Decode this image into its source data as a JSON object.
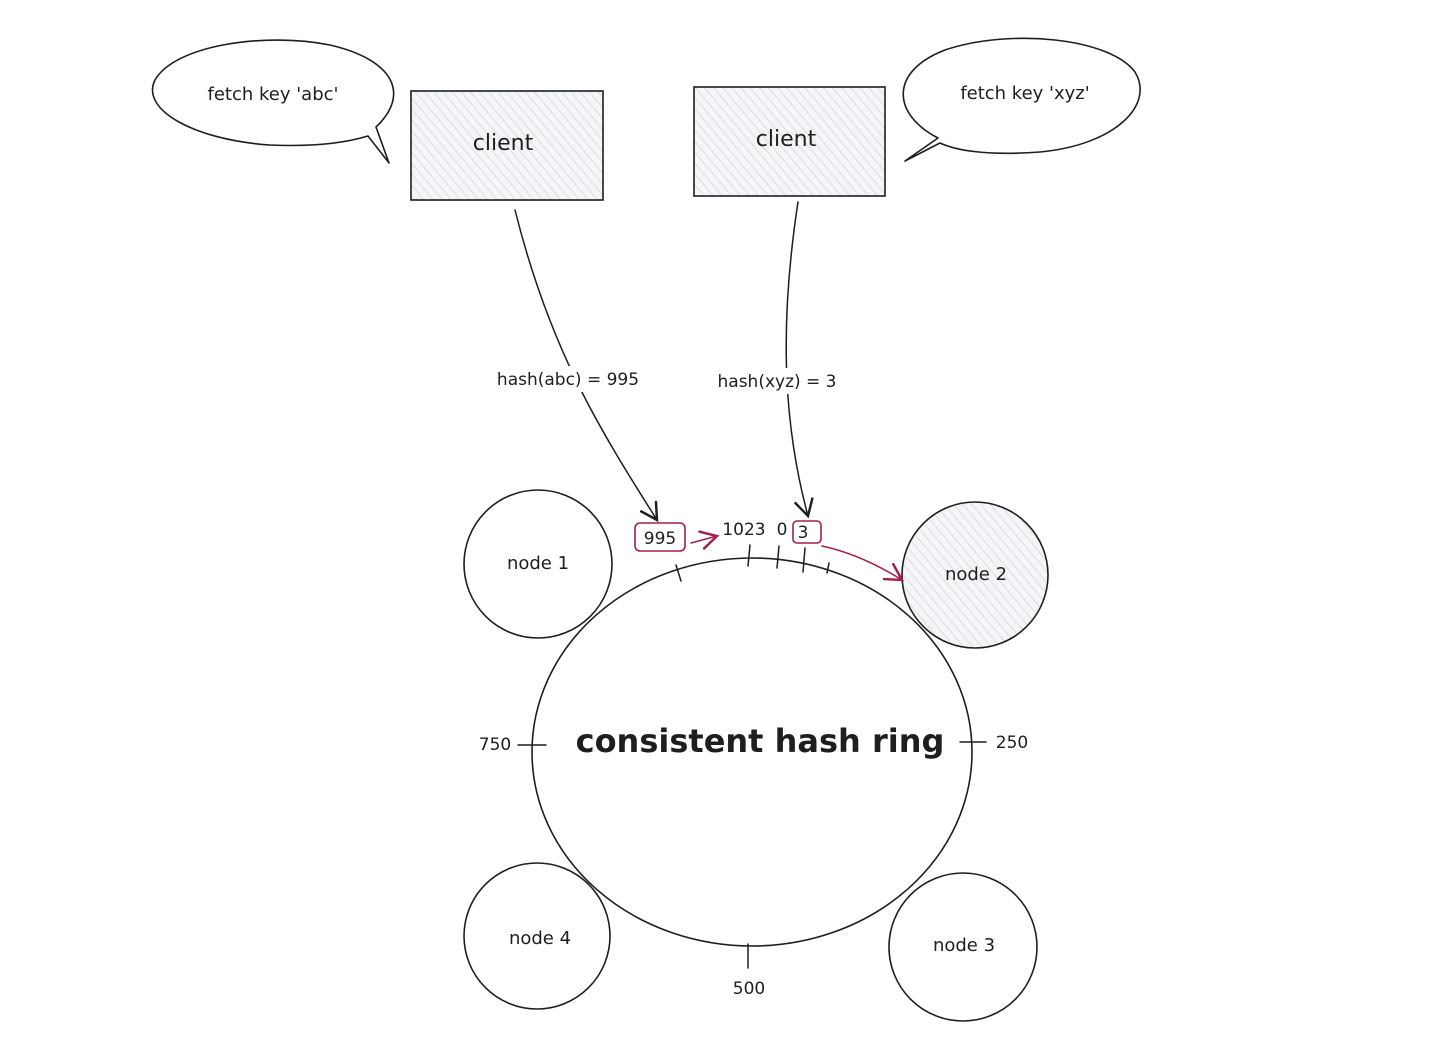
{
  "bubbles": {
    "left": "fetch key 'abc'",
    "right": "fetch key 'xyz'"
  },
  "clients": {
    "left": "client",
    "right": "client"
  },
  "hash_labels": {
    "left": "hash(abc) = 995",
    "right": "hash(xyz) = 3"
  },
  "ring": {
    "title": "consistent hash ring",
    "ticks": {
      "t995": "995",
      "t1023": "1023",
      "t0": "0",
      "t3": "3",
      "t250": "250",
      "t500": "500",
      "t750": "750"
    }
  },
  "nodes": {
    "n1": "node 1",
    "n2": "node 2",
    "n3": "node 3",
    "n4": "node 4"
  },
  "colors": {
    "stroke": "#1e1e1e",
    "accent": "#a61e4d",
    "hatch": "#c9ced6",
    "fill": "#f1f3f5"
  }
}
